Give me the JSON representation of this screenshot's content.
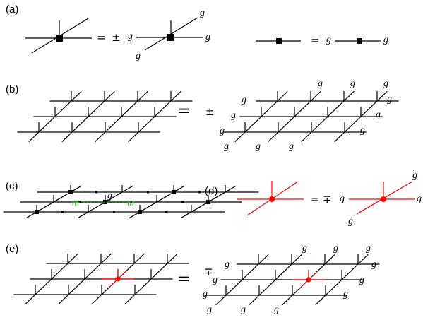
{
  "panels": {
    "a": {
      "label": "(a)",
      "eq1": "=",
      "pm": "±",
      "eq2": "="
    },
    "b": {
      "label": "(b)",
      "eq": "=",
      "pm": "±"
    },
    "c": {
      "label": "(c)",
      "m_left": "m",
      "g_mid": "g",
      "m_right": "m"
    },
    "d": {
      "label": "(d)",
      "eq": "=",
      "mp": "∓"
    },
    "e": {
      "label": "(e)",
      "eq": "=",
      "mp": "∓"
    }
  },
  "symbols": {
    "g": "g"
  },
  "colors": {
    "ink": "#000000",
    "red": "#ff0000",
    "green": "#22cc22"
  }
}
